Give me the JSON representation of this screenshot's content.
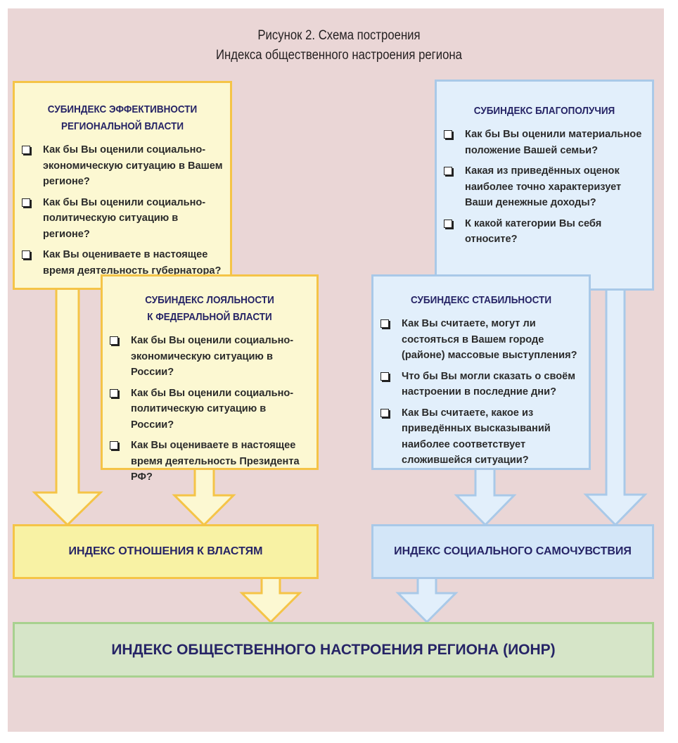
{
  "figure": {
    "title_line1": "Рисунок 2. Схема построения",
    "title_line2": "Индекса общественного настроения региона"
  },
  "colors": {
    "background": "#ead6d6",
    "yellow_fill": "#fcf8d2",
    "yellow_border": "#f5c447",
    "blue_fill": "#e2effb",
    "blue_border": "#a9c9e8",
    "green_fill": "#d6e5c8",
    "green_border": "#a8d18f",
    "heading_text": "#262466"
  },
  "subindices": {
    "efficiency": {
      "title_line1": "СУБИНДЕКС ЭФФЕКТИВНОСТИ",
      "title_line2": "РЕГИОНАЛЬНОЙ ВЛАСТИ",
      "questions": [
        "Как бы Вы оценили социально-экономическую ситуацию в Вашем регионе?",
        "Как бы Вы оценили социально-политическую ситуацию в регионе?",
        "Как Вы оцениваете в настоящее время деятельность губернатора?"
      ]
    },
    "loyalty": {
      "title_line1": "СУБИНДЕКС ЛОЯЛЬНОСТИ",
      "title_line2": "К ФЕДЕРАЛЬНОЙ ВЛАСТИ",
      "questions": [
        "Как бы Вы оценили социально-экономическую ситуацию в России?",
        "Как бы Вы оценили социально-политическую ситуацию в России?",
        "Как Вы оцениваете в настоящее время деятельность Президента РФ?"
      ]
    },
    "wellbeing": {
      "title_line1": "СУБИНДЕКС БЛАГОПОЛУЧИЯ",
      "questions": [
        "Как бы Вы оценили материальное положение Вашей семьи?",
        "Какая из приведённых оценок наиболее точно характеризует Ваши денежные доходы?",
        "К какой категории Вы себя относите?"
      ]
    },
    "stability": {
      "title_line1": "СУБИНДЕКС СТАБИЛЬНОСТИ",
      "questions": [
        "Как Вы считаете, могут ли состояться в Вашем городе (районе) массовые выступления?",
        "Что бы Вы могли сказать о своём настроении в последние дни?",
        "Как Вы считаете, какое из приведённых высказываний наиболее соответствует сложившейся ситуации?"
      ]
    }
  },
  "indices": {
    "authorities": "ИНДЕКС ОТНОШЕНИЯ К ВЛАСТЯМ",
    "social_wellbeing": "ИНДЕКС СОЦИАЛЬНОГО САМОЧУВСТВИЯ",
    "final": "ИНДЕКС ОБЩЕСТВЕННОГО НАСТРОЕНИЯ РЕГИОНА (ИОНР)"
  }
}
